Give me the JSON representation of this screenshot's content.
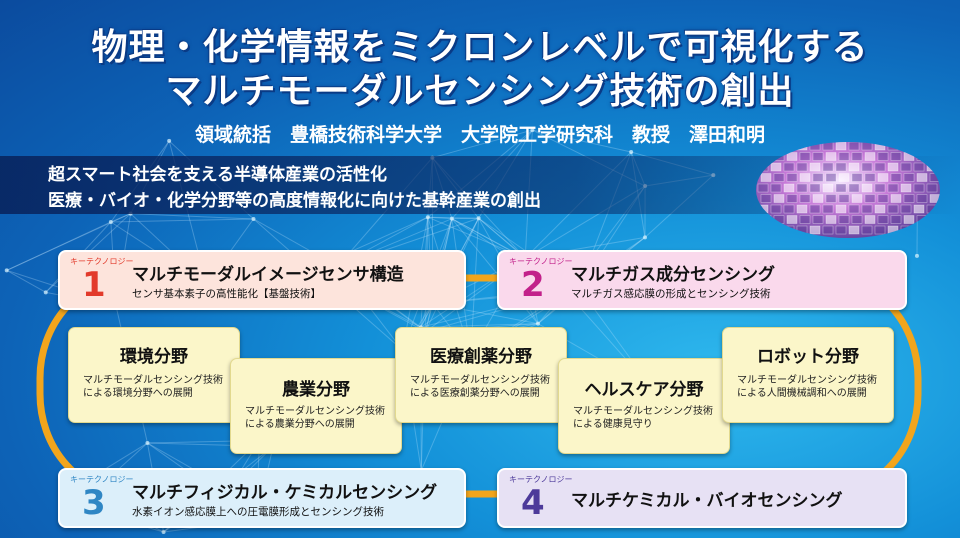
{
  "header": {
    "title_line1": "物理・化学情報をミクロンレベルで可視化する",
    "title_line2": "マルチモーダルセンシング技術の創出",
    "subtitle": "領域統括　豊橋技術科学大学　大学院工学研究科　教授　澤田和明"
  },
  "goals": [
    "超スマート社会を支える半導体産業の活性化",
    "医療・バイオ・化学分野等の高度情報化に向けた基幹産業の創出"
  ],
  "key_tech_label": "キーテクノロジー",
  "key_technologies": [
    {
      "number": "1",
      "title": "マルチモーダルイメージセンサ構造",
      "desc": "センサ基本素子の高性能化【基盤技術】",
      "color": "#e23a2b",
      "bg": "#fde4dc"
    },
    {
      "number": "2",
      "title": "マルチガス成分センシング",
      "desc": "マルチガス感応膜の形成とセンシング技術",
      "color": "#c2218a",
      "bg": "#fad9ec"
    },
    {
      "number": "3",
      "title": "マルチフィジカル・ケミカルセンシング",
      "desc": "水素イオン感応膜上への圧電膜形成とセンシング技術",
      "color": "#2f86c4",
      "bg": "#dceffa"
    },
    {
      "number": "4",
      "title": "マルチケミカル・バイオセンシング",
      "desc": "",
      "color": "#4d3a9a",
      "bg": "#e7e1f4"
    }
  ],
  "fields": [
    {
      "name": "環境分野",
      "desc1": "マルチモーダルセンシング技術",
      "desc2": "による環境分野への展開"
    },
    {
      "name": "農業分野",
      "desc1": "マルチモーダルセンシング技術",
      "desc2": "による農業分野への展開"
    },
    {
      "name": "医療創薬分野",
      "desc1": "マルチモーダルセンシング技術",
      "desc2": "による医療創薬分野への展開"
    },
    {
      "name": "ヘルスケア分野",
      "desc1": "マルチモーダルセンシング技術",
      "desc2": "による健康見守り"
    },
    {
      "name": "ロボット分野",
      "desc1": "マルチモーダルセンシング技術",
      "desc2": "による人間機械調和への展開"
    }
  ],
  "colors": {
    "loop": "#f2a51c",
    "field_bg": "#fbf6c9"
  },
  "decor": {
    "wafer": "wafer-image",
    "network": "network-background"
  }
}
